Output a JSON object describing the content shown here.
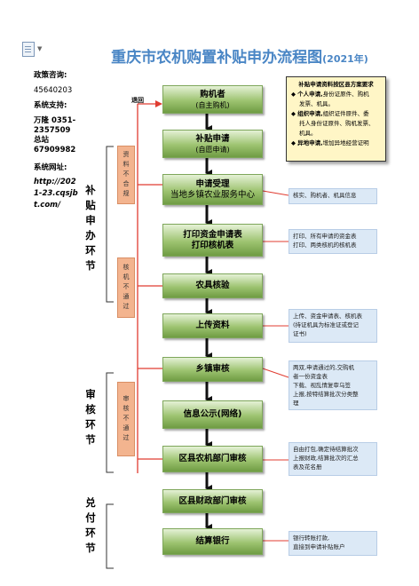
{
  "header": {
    "title": "重庆市农机购置补贴申办流程图",
    "year": "(2021年)"
  },
  "left_panel": {
    "policy_label": "政策咨询:",
    "policy_number": "45640203",
    "complaint_label": "系统支持:",
    "complaint_number_1": "万隆 0351-",
    "complaint_number_2": "2357509",
    "general_label": "总站",
    "general_number": "67909982",
    "website_label": "系统网址:",
    "website_line_1": "http://202",
    "website_line_2": "1-23.cqsjb",
    "website_line_3": "t.com/"
  },
  "return_label": "退回",
  "steps": [
    {
      "main": "购机者",
      "sub": "(自主购机)"
    },
    {
      "main": "补贴申请",
      "sub": "(自愿申请)"
    },
    {
      "main": "申请受理",
      "sub": "当地乡镇农业服务中心"
    },
    {
      "main": "打印资金申请表",
      "sub": "打印核机表"
    },
    {
      "main": "农具核验",
      "sub": ""
    },
    {
      "main": "上传资料",
      "sub": ""
    },
    {
      "main": "乡镇审核",
      "sub": ""
    },
    {
      "main": "信息公示(网络)",
      "sub": ""
    },
    {
      "main": "区县农机部门审核",
      "sub": ""
    },
    {
      "main": "区县财政部门审核",
      "sub": ""
    },
    {
      "main": "结算银行",
      "sub": ""
    }
  ],
  "notes": [
    [
      "核实、购机者、机具信息"
    ],
    [
      "打印、所有申请的资金表",
      "打印、两类核机的核机表"
    ],
    [
      "上传、资金申请表、核机表",
      "(持证机具为标准证或登记",
      "证书)"
    ],
    [
      "两双,申请通过的,交购机",
      "者一份资金表",
      "下载、视乱情复审乌签",
      "上报,按特结算批次分类整",
      "理"
    ],
    [
      "自由打包,确定待结算批次",
      "上报财政,结算批次的汇总",
      "表及花名册"
    ],
    [
      "银行转账打款,",
      "直接到申请补贴账户"
    ]
  ],
  "yellow_box": {
    "title": "补贴申请资料按区县方案要求",
    "items": [
      {
        "bullet": "◆",
        "bold": "个人申请,",
        "text": "身份证原件、购机",
        "text2": "发票、机具。"
      },
      {
        "bullet": "◆",
        "bold": "组织申请,",
        "text": "组织证件原件、委",
        "text2": "托人身份证原件、购机发票、",
        "text3": "机具。"
      },
      {
        "bullet": "◆",
        "bold": "异地申请,",
        "text": "增加异地经营证明",
        "text2": "",
        "text3": ""
      }
    ]
  },
  "pink_boxes": [
    {
      "label": "资料不合规"
    },
    {
      "label": "核机不通过"
    },
    {
      "label": "审核不通过"
    }
  ],
  "sections": [
    {
      "label": "补贴申办环节"
    },
    {
      "label": "审核环节"
    },
    {
      "label": "兑付环节"
    }
  ],
  "colors": {
    "title_blue": "#4a86c5",
    "arrow_red": "#e03c31",
    "box_green": "#9dc370",
    "note_blue": "#dce9f6",
    "pink": "#f3b48f",
    "yellow": "#fff6c6"
  }
}
